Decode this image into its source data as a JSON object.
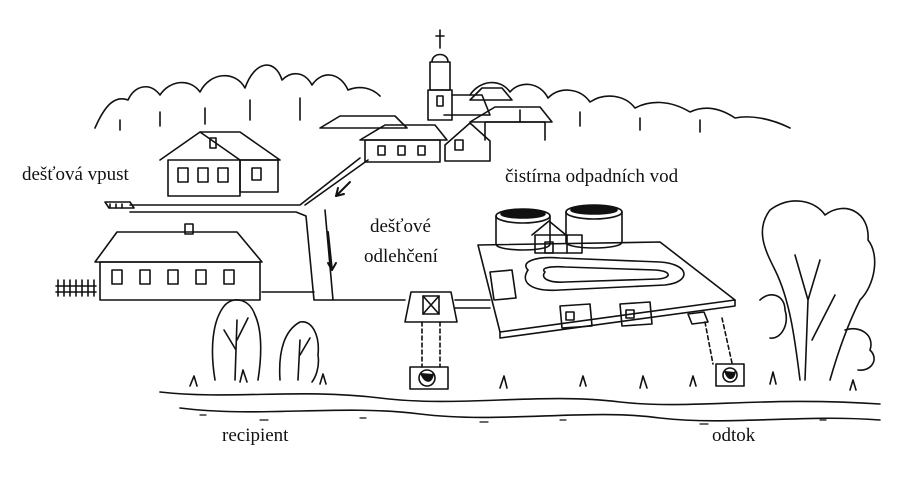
{
  "labels": {
    "rain_inlet": "dešťová vpust",
    "treatment_plant": "čistírna odpadních vod",
    "overflow_line1": "dešťové",
    "overflow_line2": "odlehčení",
    "recipient": "recipient",
    "outflow": "odtok"
  },
  "colors": {
    "ink": "#111111",
    "paper": "#ffffff"
  },
  "icons": {
    "church": "church-icon",
    "house": "house-icon",
    "tree": "tree-icon",
    "tank": "tank-icon",
    "overflow_chamber": "overflow-chamber-icon",
    "outlet": "outlet-pipe-icon",
    "flow_arrow": "flow-arrow-icon"
  }
}
